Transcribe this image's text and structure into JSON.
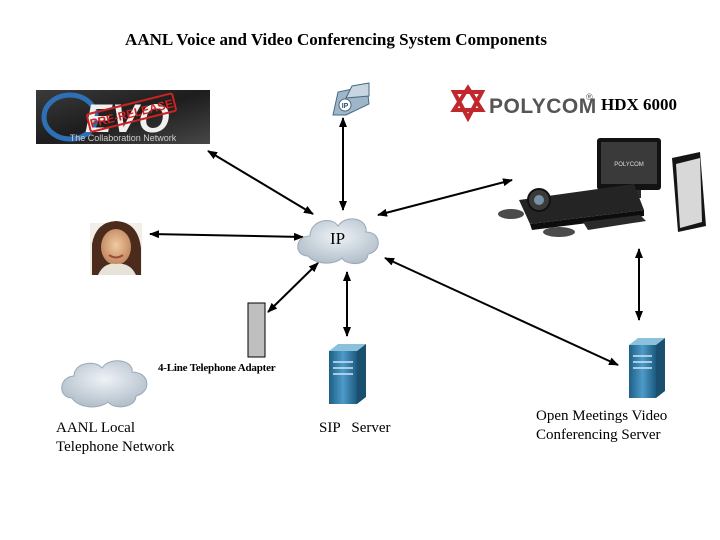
{
  "title": "AANL Voice and Video Conferencing System Components",
  "evo_logo": {
    "main": "EVO",
    "stamp": "PRE-RELEASE",
    "tagline": "The Collaboration Network"
  },
  "ip_phone": {
    "icon": "ip-phone-icon",
    "badge": "IP"
  },
  "polycom": {
    "brand": "POLYCOM",
    "mark": "®",
    "model_label": "HDX 6000"
  },
  "ip_cloud": {
    "label": "IP"
  },
  "telephone_adapter": {
    "label": "4-Line Telephone Adapter"
  },
  "local_network": {
    "label": "AANL Local\nTelephone Network"
  },
  "sip_server": {
    "label": "SIP   Server"
  },
  "open_meetings_server": {
    "label": "Open Meetings Video\nConferencing Server"
  },
  "colors": {
    "evo_blue": "#1a4e8a",
    "evo_red": "#cc2222",
    "polycom_red": "#c0282e",
    "polycom_gray": "#555555",
    "server_blue": "#2d7aa6",
    "cloud": "#c5d0da"
  }
}
